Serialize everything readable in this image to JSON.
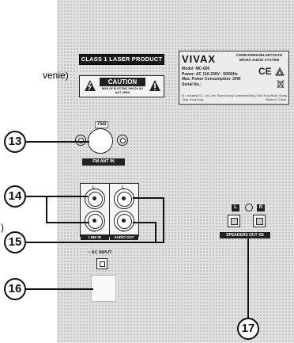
{
  "side_text": {
    "fragment_1": "venie)",
    "fragment_2": ")"
  },
  "class_label": "CLASS 1 LASER PRODUCT",
  "caution": {
    "title": "CAUTION",
    "text": "RISK OF ELECTRIC SHOCK DO NOT OPEN"
  },
  "spec_label": {
    "brand": "VIVAX",
    "system": "CD/MP3/WMA/BLUETOOTH MICRO AUDIO SYSTEM",
    "model": "Model: MC-600",
    "power": "Power: AC 110-240V~ 50/60Hz",
    "consumption": "Max. Power Consumption: 20W",
    "serial": "Serial No.:",
    "ce": "CE",
    "footer": "M.I. Industrial Co., Ltd. Unit, Shum Kwong Commercial Bldg. 8 Wo Fung Road, Shang Yang, Hong Kong",
    "made_in": "Made in China"
  },
  "antenna": {
    "ohm_label": "75Ω",
    "label": "FM ANT IN"
  },
  "audio_io": {
    "left_tag": "L",
    "right_tag": "R",
    "line_in": "LINE IN",
    "audio_out": "AUDIO OUT"
  },
  "speakers": {
    "left_tag": "L",
    "right_tag": "R",
    "label": "SPEAKERS OUT 4Ω"
  },
  "ac_input": {
    "label": "~ AC INPUT"
  },
  "callouts": {
    "c13": "13",
    "c14": "14",
    "c15": "15",
    "c16": "16",
    "c17": "17"
  }
}
